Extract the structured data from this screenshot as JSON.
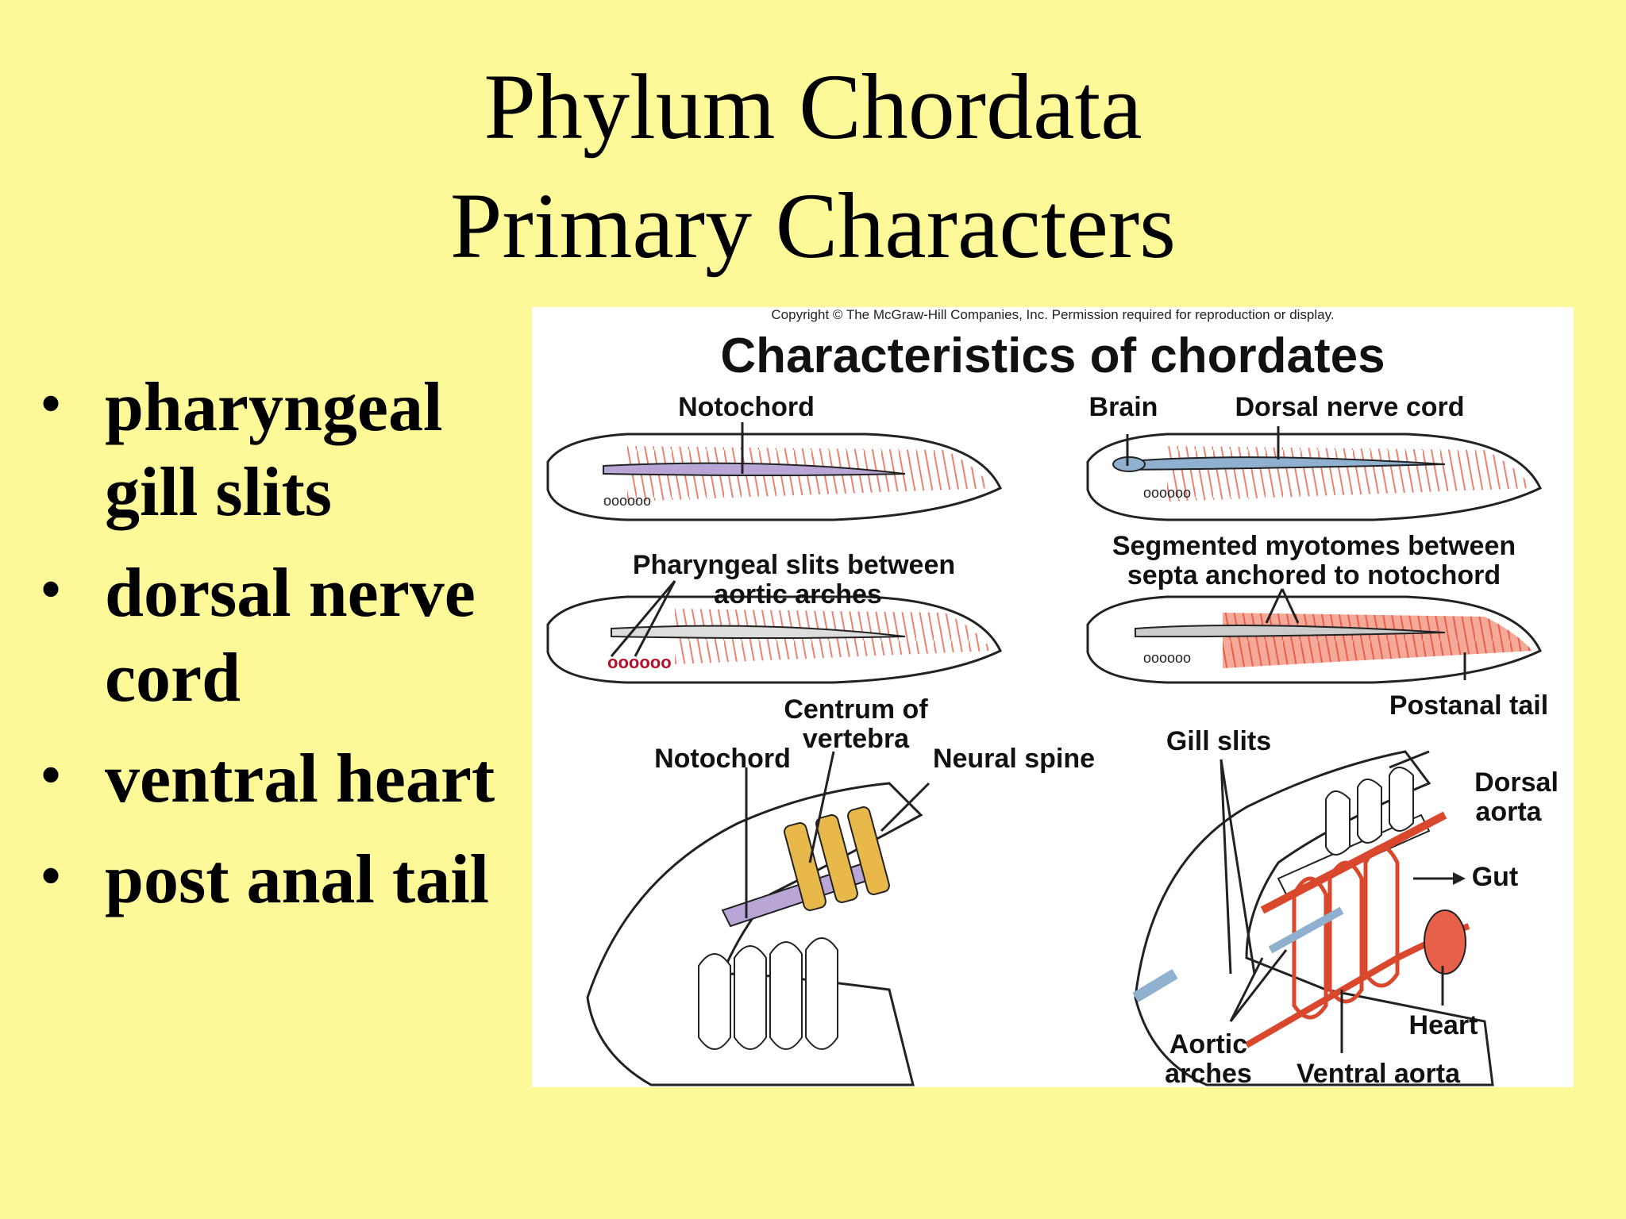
{
  "title": {
    "line1": "Phylum Chordata",
    "line2": "Primary Characters"
  },
  "bullets": [
    "pharyngeal gill slits",
    "dorsal nerve cord",
    "ventral heart",
    "post anal tail"
  ],
  "bullet_lines": [
    [
      "pharyngeal",
      "gill slits"
    ],
    [
      "dorsal nerve",
      "cord"
    ],
    [
      "ventral heart"
    ],
    [
      "post anal tail"
    ]
  ],
  "figure": {
    "copyright": "Copyright © The McGraw-Hill Companies, Inc. Permission required for reproduction or display.",
    "heading": "Characteristics of chordates",
    "labels": {
      "notochord_top": "Notochord",
      "brain": "Brain",
      "dorsal_nerve_cord": "Dorsal nerve cord",
      "pharyngeal_slits_1": "Pharyngeal slits between",
      "pharyngeal_slits_2": "aortic arches",
      "segmented_1": "Segmented myotomes between",
      "segmented_2": "septa anchored to notochord",
      "postanal_tail": "Postanal tail",
      "centrum_1": "Centrum of",
      "centrum_2": "vertebra",
      "notochord_bottom": "Notochord",
      "neural_spine": "Neural spine",
      "gill_slits": "Gill slits",
      "dorsal_aorta_1": "Dorsal",
      "dorsal_aorta_2": "aorta",
      "gut": "Gut",
      "heart": "Heart",
      "aortic_arches_1": "Aortic",
      "aortic_arches_2": "arches",
      "ventral_aorta": "Ventral aorta"
    }
  },
  "colors": {
    "background": "#fdf898",
    "myotome": "#e8604a",
    "notochord": "#b9a6d6",
    "vertebra": "#e8b84a",
    "nerve_cord": "#8fb0cf",
    "vessels": "#d9482c"
  }
}
